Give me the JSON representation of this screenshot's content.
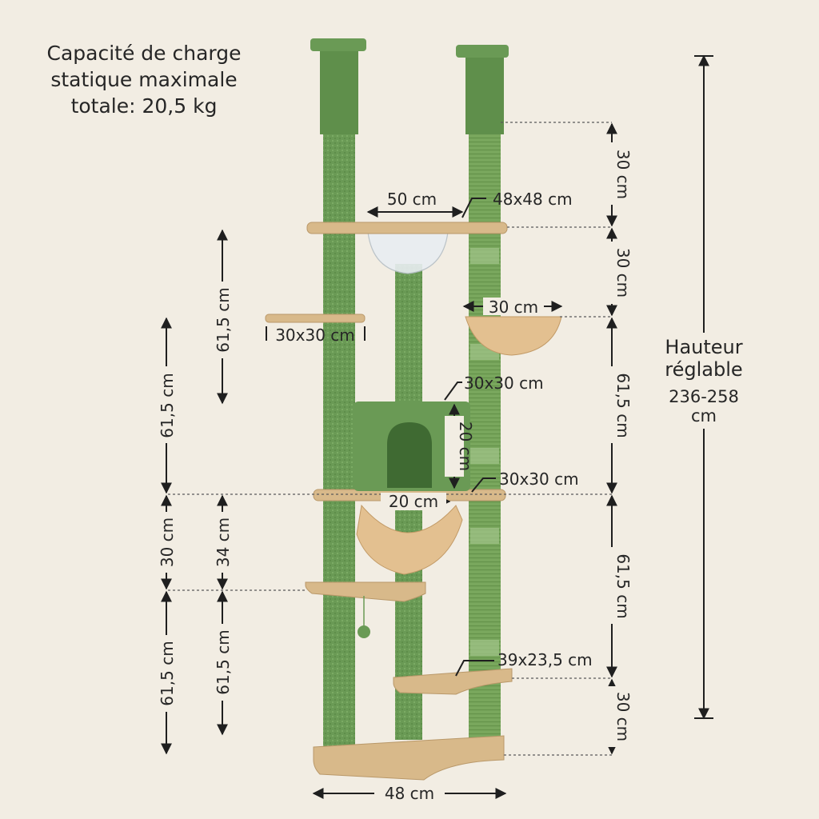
{
  "capacity": {
    "line1": "Capacité de charge",
    "line2": "statique maximale",
    "line3": "totale: 20,5 kg"
  },
  "height": {
    "line1": "Hauteur",
    "line2": "réglable",
    "line3": "236-258",
    "line4": "cm"
  },
  "dimensions": {
    "bowl_width": "50 cm",
    "top_platform": "48x48 cm",
    "left_platform": "30x30 cm",
    "basket_width": "30 cm",
    "condo_size": "30x30 cm",
    "condo_height": "20 cm",
    "hammock_width": "20 cm",
    "hammock_platform": "30x30 cm",
    "lower_step": "39x23,5 cm",
    "base_width": "48 cm",
    "right_top": "30 cm",
    "right_second": "30 cm",
    "right_third": "61,5 cm",
    "right_fourth": "61,5 cm",
    "right_bottom": "30 cm",
    "inner_upper": "61,5 cm",
    "inner_middle": "34 cm",
    "inner_lower": "61,5 cm",
    "outer_upper": "61,5 cm",
    "outer_middle": "30 cm",
    "outer_lower": "61,5 cm"
  },
  "colors": {
    "post_green": "#6a9a55",
    "board_beige": "#d8b98a",
    "background": "#f2ede3"
  }
}
